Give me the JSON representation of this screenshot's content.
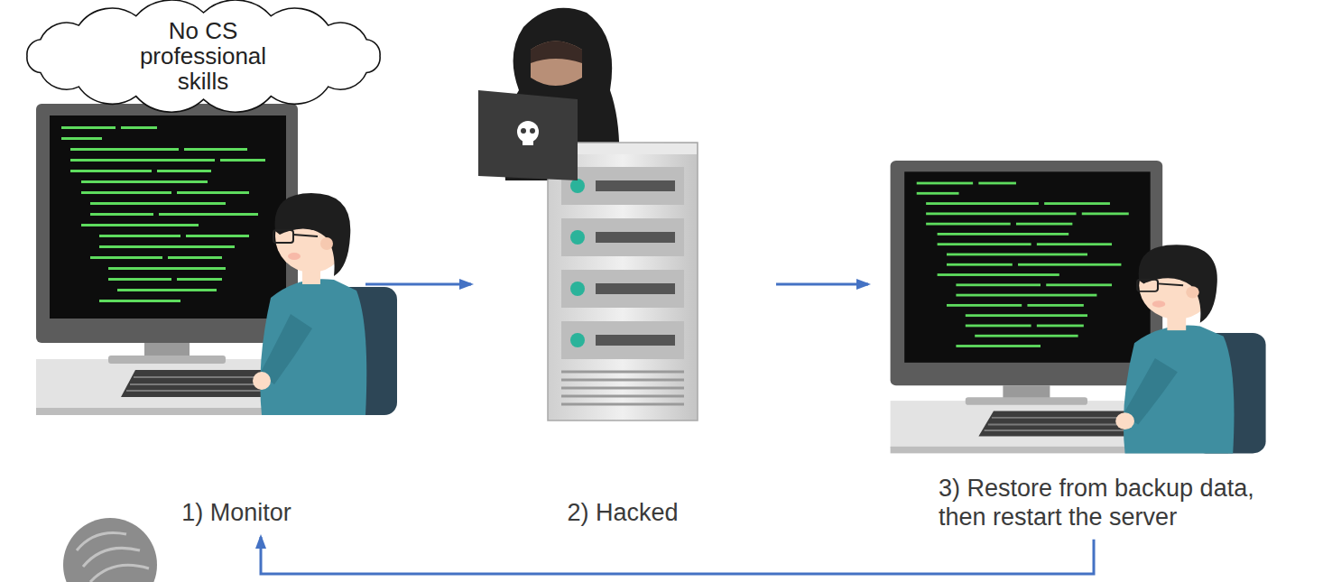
{
  "diagram": {
    "nodes": [
      {
        "text": [
          "No CS professional skills"
        ]
      },
      {
        "text": [
          "1) Monitor"
        ]
      },
      {
        "text": [
          "2) Hacked"
        ]
      },
      {
        "text": [
          "3) Restore from backup data, then restart the server"
        ]
      }
    ],
    "edges": [
      {
        "from": 1,
        "to": 2,
        "arrow": "to"
      },
      {
        "from": 2,
        "to": 3,
        "arrow": "to"
      },
      {
        "from": 3,
        "to": 1,
        "arrow": "to"
      }
    ]
  }
}
